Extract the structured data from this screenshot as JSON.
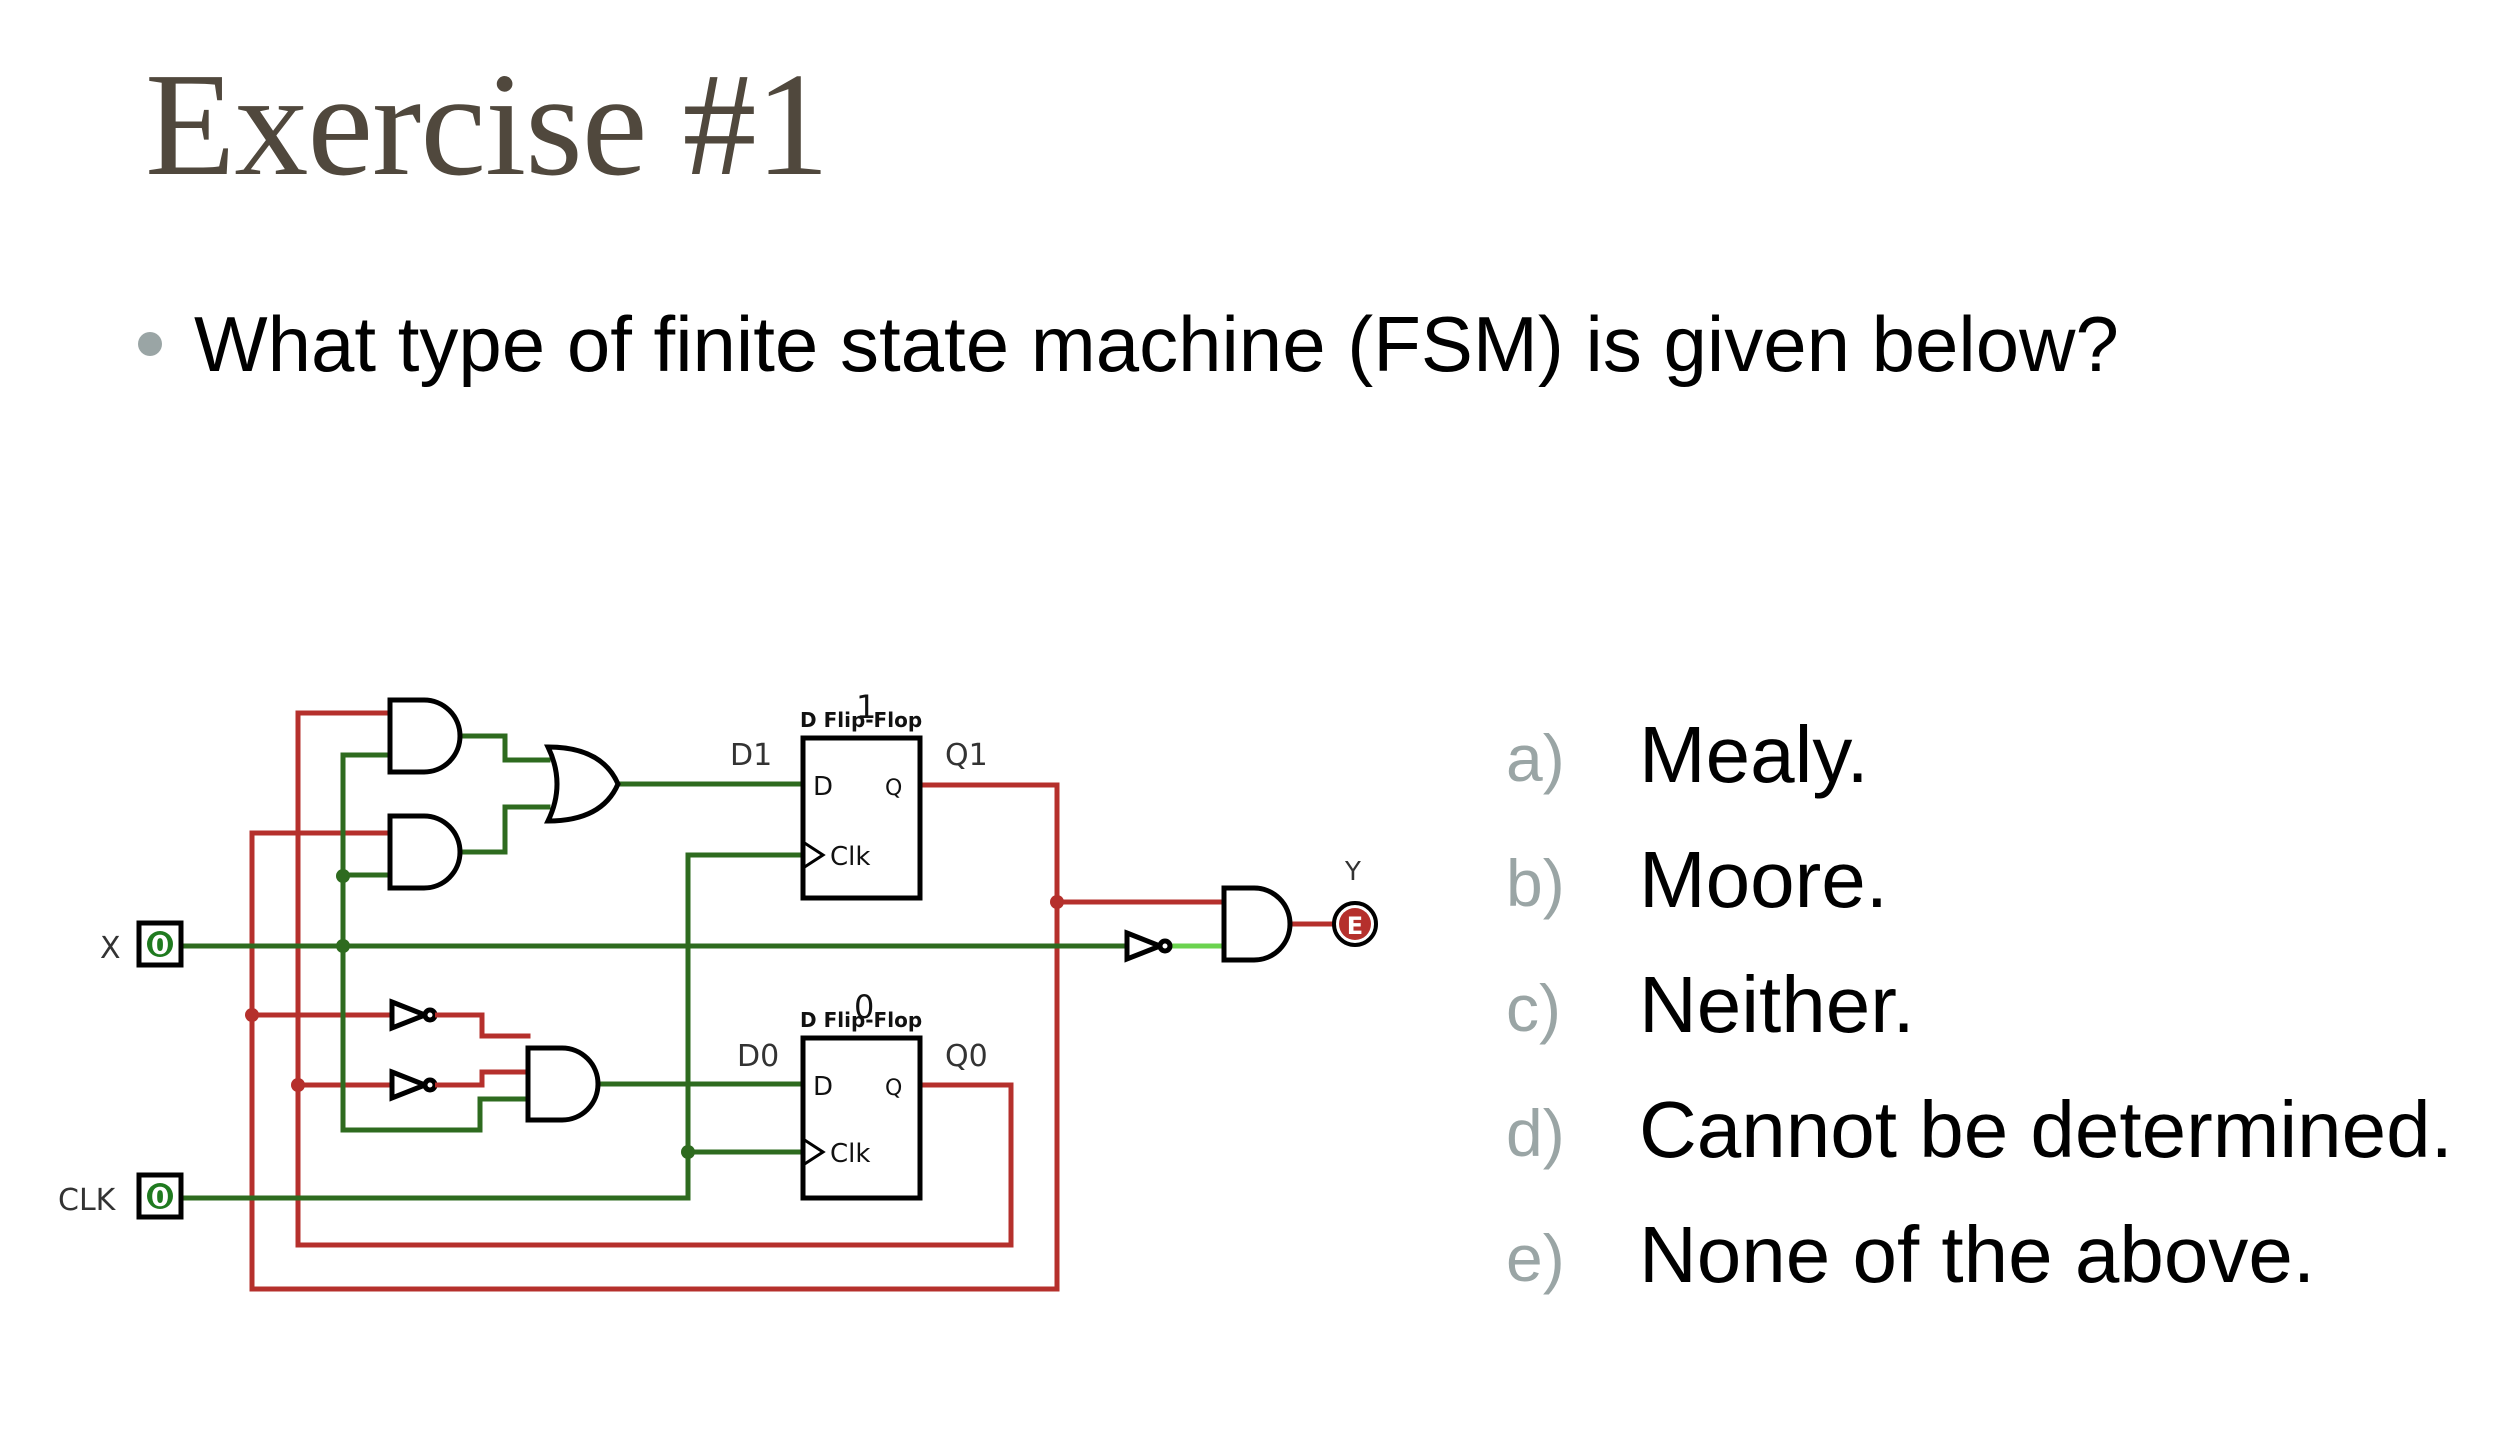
{
  "slide": {
    "title": "Exercise #1",
    "question": "What type of finite state machine (FSM) is given below?"
  },
  "options": [
    {
      "letter": "a)",
      "text": "Mealy."
    },
    {
      "letter": "b)",
      "text": "Moore."
    },
    {
      "letter": "c)",
      "text": "Neither."
    },
    {
      "letter": "d)",
      "text": "Cannot be determined."
    },
    {
      "letter": "e)",
      "text": "None of the above."
    }
  ],
  "circuit": {
    "input_x_label": "X",
    "input_clk_label": "CLK",
    "input_value": "0",
    "output_label": "Y",
    "output_value": "E",
    "ff1": {
      "header": "D Flip-Flop",
      "index": "1",
      "d_pin": "D",
      "q_pin": "Q",
      "clk_pin": "Clk",
      "in_label": "D1",
      "out_label": "Q1"
    },
    "ff0": {
      "header": "D Flip-Flop",
      "index": "0",
      "d_pin": "D",
      "q_pin": "Q",
      "clk_pin": "Clk",
      "in_label": "D0",
      "out_label": "Q0"
    },
    "colors": {
      "wire_green": "#2e6b1f",
      "wire_red": "#b5302c",
      "wire_light": "#6bd34f",
      "gate": "#000000"
    }
  }
}
